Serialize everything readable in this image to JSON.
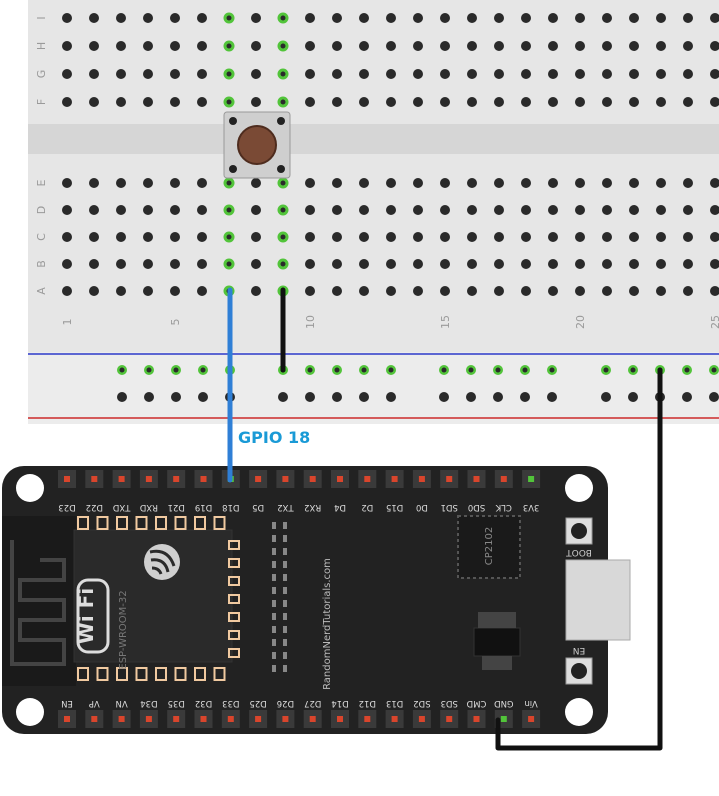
{
  "breadboard": {
    "row_letters_top": [
      "I",
      "H",
      "G",
      "F"
    ],
    "row_letters_bottom": [
      "E",
      "D",
      "C",
      "B",
      "A"
    ],
    "column_numbers": [
      "1",
      "5",
      "10",
      "15",
      "20",
      "25"
    ]
  },
  "wire_label": "GPIO 18",
  "board": {
    "top_pins": [
      "D23",
      "D22",
      "TXD",
      "RXD",
      "D21",
      "D19",
      "D18",
      "D5",
      "TX2",
      "RX2",
      "D4",
      "D2",
      "D15",
      "D0",
      "SD1",
      "SD0",
      "CLK",
      "3V3"
    ],
    "bottom_pins": [
      "EN",
      "VP",
      "VN",
      "D34",
      "D35",
      "D32",
      "D33",
      "D25",
      "D26",
      "D27",
      "D14",
      "D12",
      "D13",
      "SD2",
      "SD3",
      "CMD",
      "GND",
      "Vin"
    ],
    "module_label": "ESP-WROOM-32",
    "chip_label": "CP2102",
    "brand_text": "RandomNerdTutorials.com",
    "wifi_text": "Wi Fi",
    "boot_label": "BOOT",
    "en_label": "EN"
  },
  "colors": {
    "signal_wire": "#2f7fd6",
    "ground_wire": "#111111",
    "label_text": "#1a9ad6",
    "rail_blue": "#2c39c9",
    "rail_red": "#cc2a2a",
    "board": "#222222",
    "pin_red": "#d9452c",
    "pin_green": "#52c43a"
  }
}
